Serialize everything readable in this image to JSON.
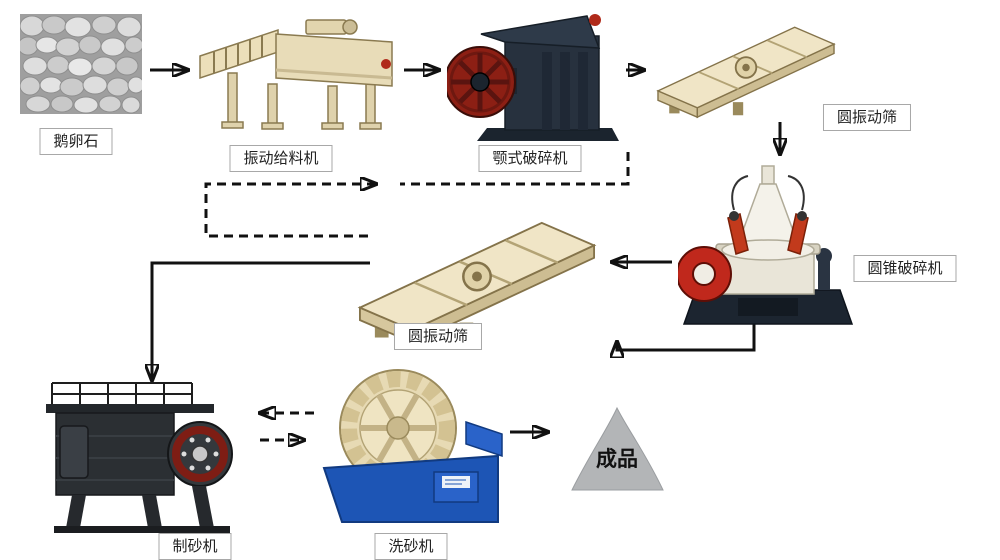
{
  "labels": {
    "pebbles": "鹅卵石",
    "feeder": "振动给料机",
    "jaw_crusher": "颚式破碎机",
    "screen_top": "圆振动筛",
    "cone_crusher": "圆锥破碎机",
    "screen_mid": "圆振动筛",
    "sand_maker": "制砂机",
    "sand_washer": "洗砂机",
    "product": "成品"
  },
  "colors": {
    "background": "#ffffff",
    "machine_cream": "#e8dcb8",
    "machine_dark_navy": "#27313e",
    "accent_red": "#b02a1a",
    "washer_blue": "#1d55b5",
    "pile_gray": "#b3b5b7",
    "connector_black": "#111111",
    "label_border_gray": "#a8a8a8"
  }
}
